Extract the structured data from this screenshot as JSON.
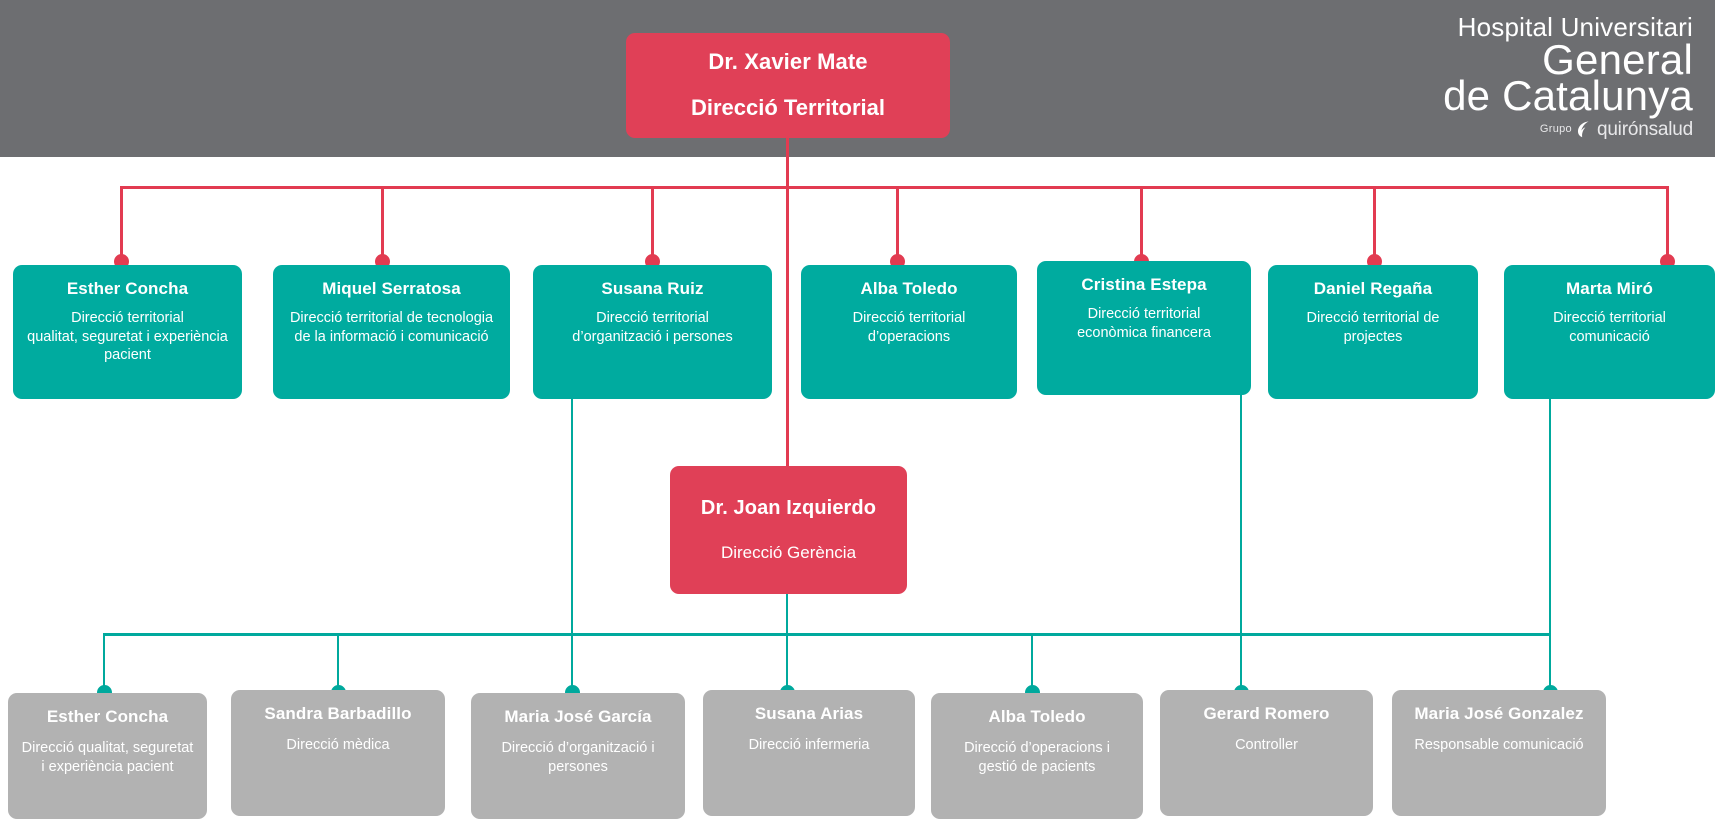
{
  "header": {
    "background_color": "#6d6e71",
    "logo": {
      "line1": "Hospital Universitari",
      "line2": "General",
      "line3": "de Catalunya",
      "group_label": "Grupo",
      "group_brand": "quirónsalud",
      "icon": "leaf-icon"
    }
  },
  "colors": {
    "red": "#e04057",
    "teal": "#00ab9f",
    "grey": "#b2b2b2",
    "header_grey": "#6d6e71",
    "connector_red": "#e23b51",
    "connector_teal": "#00a99d"
  },
  "root": {
    "name": "Dr. Xavier Mate",
    "role": "Direcció Territorial"
  },
  "gerencia": {
    "name": "Dr. Joan Izquierdo",
    "role": "Direcció Gerència"
  },
  "territorial": [
    {
      "name": "Esther Concha",
      "role": "Direcció territorial\nqualitat, seguretat i experiència\npacient"
    },
    {
      "name": "Miquel Serratosa",
      "role": "Direcció territorial de tecnologia\nde la informació i comunicació"
    },
    {
      "name": "Susana Ruiz",
      "role": "Direcció territorial\nd’organització i persones"
    },
    {
      "name": "Alba Toledo",
      "role": "Direcció territorial\nd’operacions"
    },
    {
      "name": "Cristina Estepa",
      "role": "Direcció territorial\neconòmica financera"
    },
    {
      "name": "Daniel Regaña",
      "role": "Direcció territorial de\nprojectes"
    },
    {
      "name": "Marta Miró",
      "role": "Direcció territorial\ncomunicació"
    }
  ],
  "direccions": [
    {
      "name": "Esther Concha",
      "role": "Direcció qualitat, seguretat\ni experiència pacient"
    },
    {
      "name": "Sandra Barbadillo",
      "role": "Direcció mèdica"
    },
    {
      "name": "Maria José García",
      "role": "Direcció d’organització i\npersones"
    },
    {
      "name": "Susana Arias",
      "role": "Direcció infermeria"
    },
    {
      "name": "Alba Toledo",
      "role": "Direcció d’operacions i\ngestió de pacients"
    },
    {
      "name": "Gerard Romero",
      "role": "Controller"
    },
    {
      "name": "Maria José Gonzalez",
      "role": "Responsable comunicació"
    }
  ]
}
